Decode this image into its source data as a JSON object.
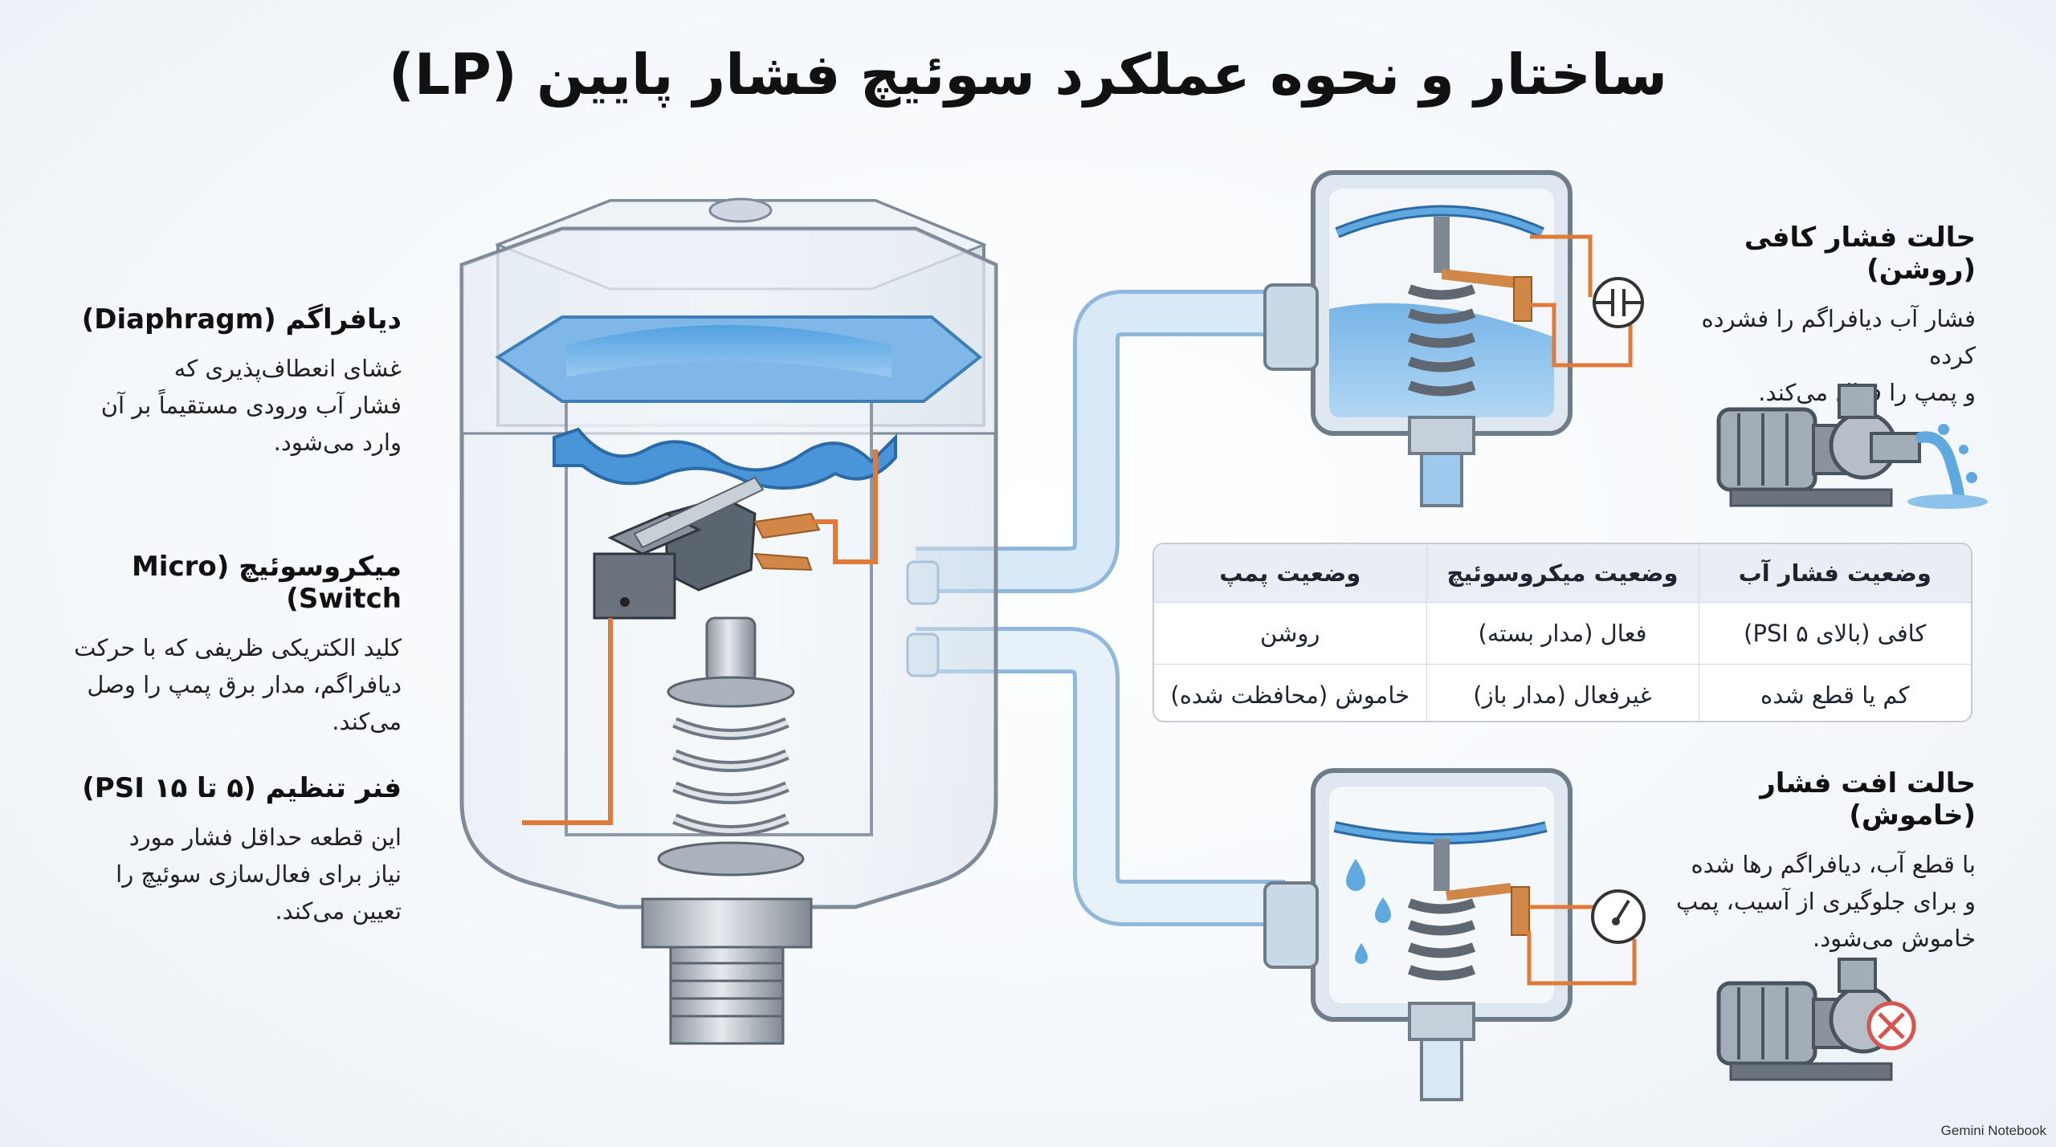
{
  "title": "ساختار و نحوه عملکرد سوئیچ فشار پایین (LP)",
  "labels": {
    "diaphragm": {
      "heading": "دیافراگم (Diaphragm)",
      "lines": [
        "غشای انعطاف‌پذیری که",
        "فشار آب ورودی مستقیماً بر آن",
        "وارد می‌شود."
      ]
    },
    "micro_switch": {
      "heading": "میکروسوئیچ (Micro Switch)",
      "lines": [
        "کلید الکتریکی ظریفی که با حرکت",
        "دیافراگم، مدار برق پمپ را وصل",
        "می‌کند."
      ]
    },
    "spring": {
      "heading": "فنر تنظیم (۵ تا ۱۵ PSI)",
      "lines": [
        "این قطعه حداقل فشار مورد",
        "نیاز برای فعال‌سازی سوئیچ را",
        "تعیین می‌کند."
      ]
    }
  },
  "states": {
    "on": {
      "heading": "حالت فشار کافی (روشن)",
      "lines": [
        "فشار آب دیافراگم را فشرده کرده",
        "و پمپ را فعال می‌کند."
      ]
    },
    "off": {
      "heading": "حالت افت فشار (خاموش)",
      "lines": [
        "با قطع آب، دیافراگم رها شده",
        "و برای جلوگیری از آسیب، پمپ",
        "خاموش می‌شود."
      ]
    }
  },
  "table": {
    "headers": [
      "وضعیت فشار آب",
      "وضعیت میکروسوئیچ",
      "وضعیت پمپ"
    ],
    "rows": [
      [
        "کافی (بالای ۵ PSI)",
        "فعال (مدار بسته)",
        "روشن"
      ],
      [
        "کم یا قطع شده",
        "غیرفعال (مدار باز)",
        "خاموش (محافظت شده)"
      ]
    ]
  },
  "watermark": "Gemini Notebook",
  "icons": [
    "capacitor-icon",
    "pressure-gauge-icon",
    "water-drop-icon",
    "cancel-icon",
    "pump-icon",
    "water-splash-icon"
  ],
  "colors": {
    "water_blue": "#5fa8e0",
    "pipe_blue": "#cfe4f6",
    "wire_orange": "#e07a3a",
    "metal_gray": "#9aa3ad",
    "stop_red": "#d9534f"
  }
}
